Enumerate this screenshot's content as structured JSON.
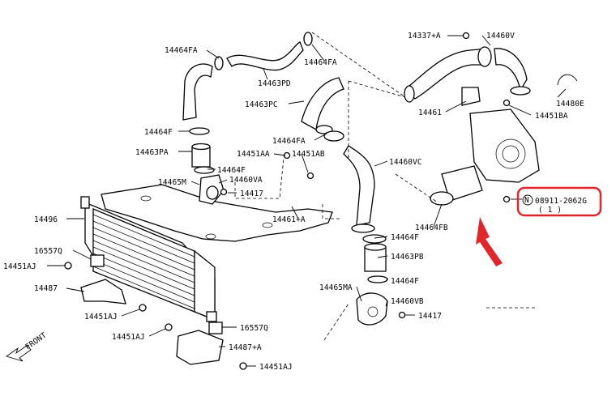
{
  "labels": {
    "l_14337a": "14337+A",
    "l_14460v": "14460V",
    "l_14464fa_1": "14464FA",
    "l_14464fa_2": "14464FA",
    "l_14463pd": "14463PD",
    "l_14463pc": "14463PC",
    "l_14461": "14461",
    "l_14451ba": "14451BA",
    "l_14480e": "14480E",
    "l_14464f_1": "14464F",
    "l_14464fa_3": "14464FA",
    "l_14463pa": "14463PA",
    "l_14451aa": "14451AA",
    "l_14451ab": "14451AB",
    "l_14460vc": "14460VC",
    "l_14464f_2": "14464F",
    "l_14465m": "14465M",
    "l_14460va": "14460VA",
    "l_14417_1": "14417",
    "l_14496": "14496",
    "l_14461a": "14461+A",
    "l_14464fb": "14464FB",
    "l_08911": "08911-2062G",
    "l_08911_qty": "( 1 )",
    "l_nut": "N",
    "l_14464f_3": "14464F",
    "l_16557q_1": "16557Q",
    "l_14451aj_1": "14451AJ",
    "l_14463pb": "14463PB",
    "l_14487": "14487",
    "l_14464f_4": "14464F",
    "l_14465ma": "14465MA",
    "l_14460vb": "14460VB",
    "l_14451aj_2": "14451AJ",
    "l_14417_2": "14417",
    "l_14451aj_3": "14451AJ",
    "l_16557q_2": "16557Q",
    "l_14487a": "14487+A",
    "l_14451aj_4": "14451AJ",
    "l_front": "FRONT"
  },
  "colors": {
    "highlight": "#e0262b",
    "line": "#000000"
  }
}
